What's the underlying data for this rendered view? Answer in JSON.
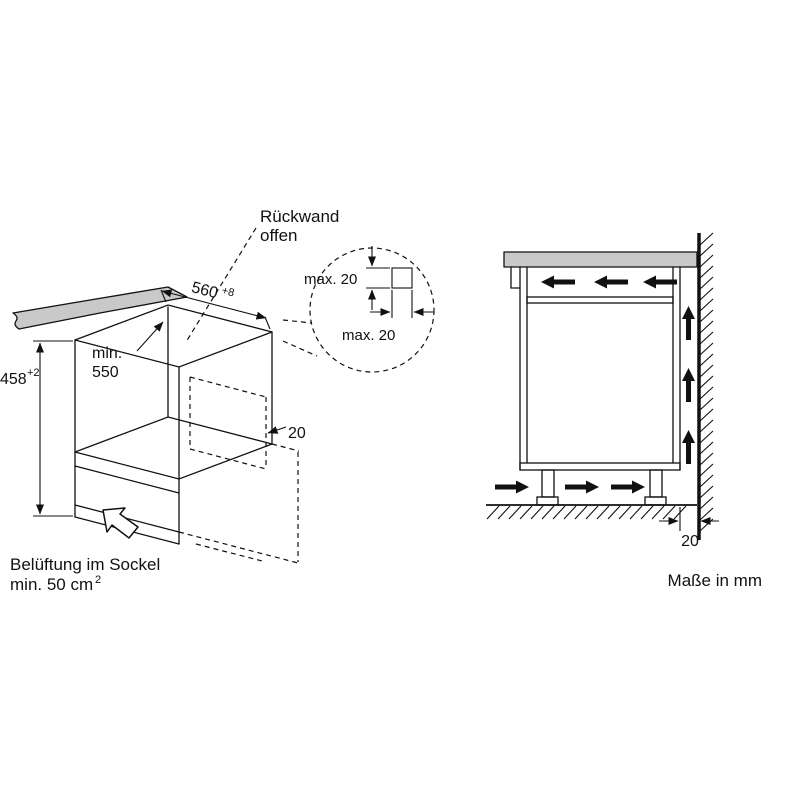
{
  "iso": {
    "back_label": {
      "line1": "Rückwand",
      "line2": "offen"
    },
    "depth_label": {
      "line1": "min.",
      "line2": "550"
    },
    "width_dim": {
      "value": "560",
      "tolerance": "+8"
    },
    "height_dim": {
      "value": "458",
      "tolerance": "+2"
    },
    "rear_gap_dim": "20",
    "vent_note": {
      "line1": "Belüftung im Sockel",
      "line2": "min. 50 cm",
      "sup": "2"
    }
  },
  "detail": {
    "top_dim": "max. 20",
    "bottom_dim": "max. 20"
  },
  "side": {
    "wall_gap_dim": "20",
    "units_note": "Maße in mm"
  },
  "colors": {
    "line": "#111111",
    "countertop_fill": "#c9c9c9",
    "background": "#ffffff"
  }
}
